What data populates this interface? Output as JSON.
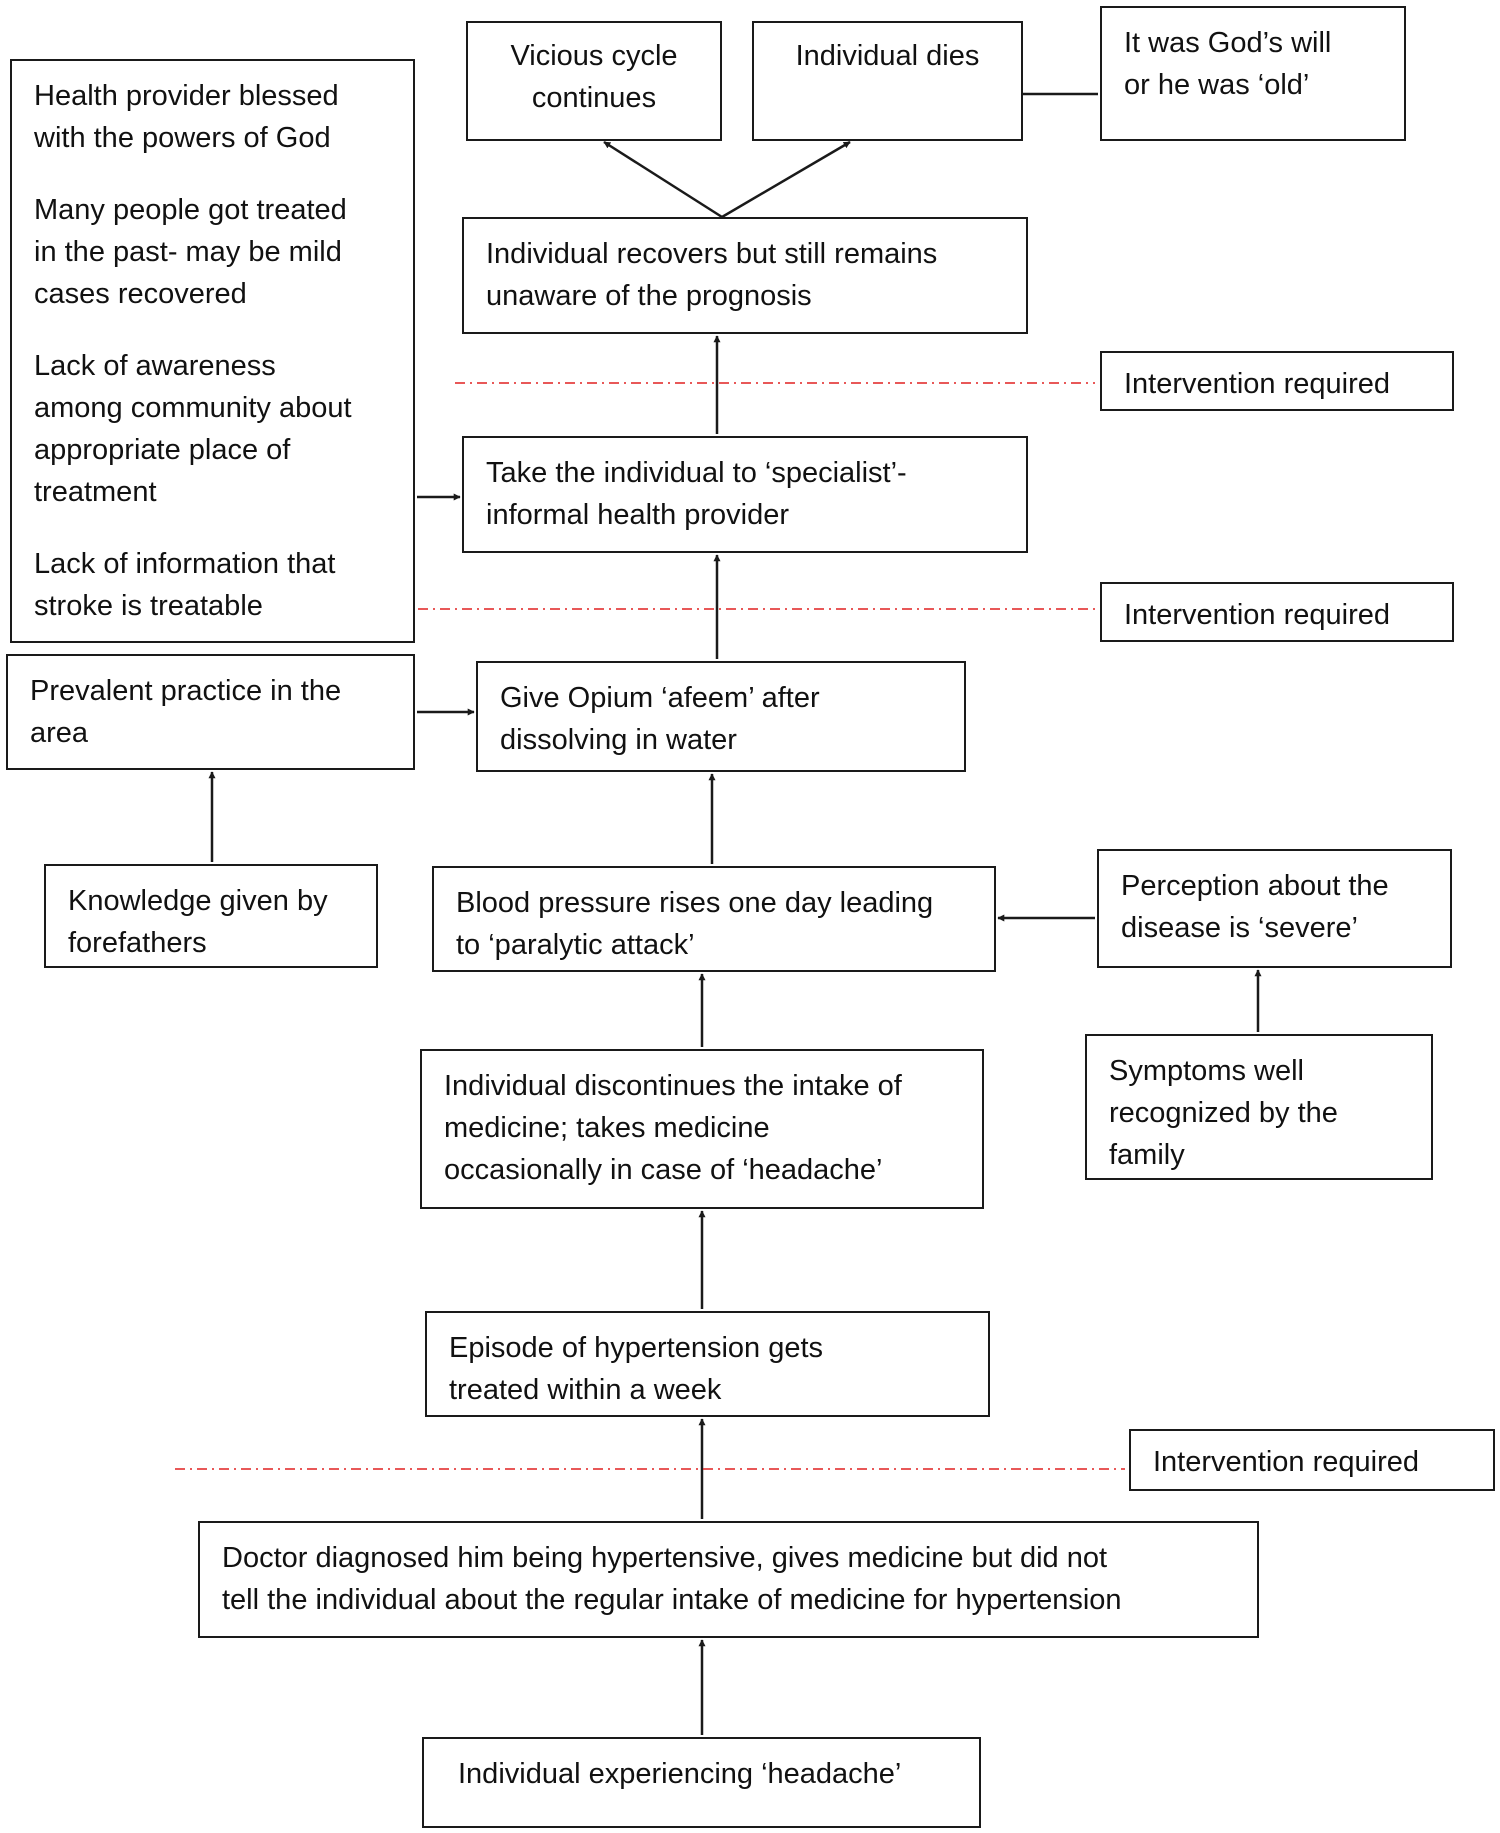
{
  "colors": {
    "stroke": "#1a1a1a",
    "intervention_line": "#e02020",
    "background": "#ffffff"
  },
  "nodes": {
    "vicious_cycle": "Vicious cycle\ncontinues",
    "individual_dies": "Individual dies",
    "gods_will": "It was God’s will\nor he was ‘old’",
    "recovers": "Individual recovers but still remains\nunaware of the prognosis",
    "specialist": "Take the individual to ‘specialist’-\ninformal health provider",
    "opium": "Give Opium ‘afeem’ after\ndissolving in water",
    "prevalent_practice": "Prevalent practice in the\narea",
    "forefathers": "Knowledge given by\nforefathers",
    "bp_rises": "Blood pressure rises one day leading\nto ‘paralytic attack’",
    "perception_severe": "Perception about the\ndisease is ‘severe’",
    "symptoms_recognized": "Symptoms well\nrecognized by the\nfamily",
    "discontinues": "Individual discontinues the intake of\nmedicine; takes medicine\noccasionally in case of ‘headache’",
    "episode_treated": "Episode of hypertension gets\ntreated within a week",
    "doctor_diagnosed": "Doctor diagnosed him being hypertensive, gives medicine but did not\ntell the individual about the regular intake of medicine for hypertension",
    "headache": "Individual experiencing ‘headache’"
  },
  "reasons": [
    "Health provider blessed\nwith the powers of God",
    "Many people got treated\nin the past- may be mild\ncases recovered",
    "Lack of awareness\namong community about\nappropriate place of\ntreatment",
    "Lack of information that\nstroke is treatable"
  ],
  "interventions": [
    "Intervention required",
    "Intervention required",
    "Intervention required"
  ]
}
